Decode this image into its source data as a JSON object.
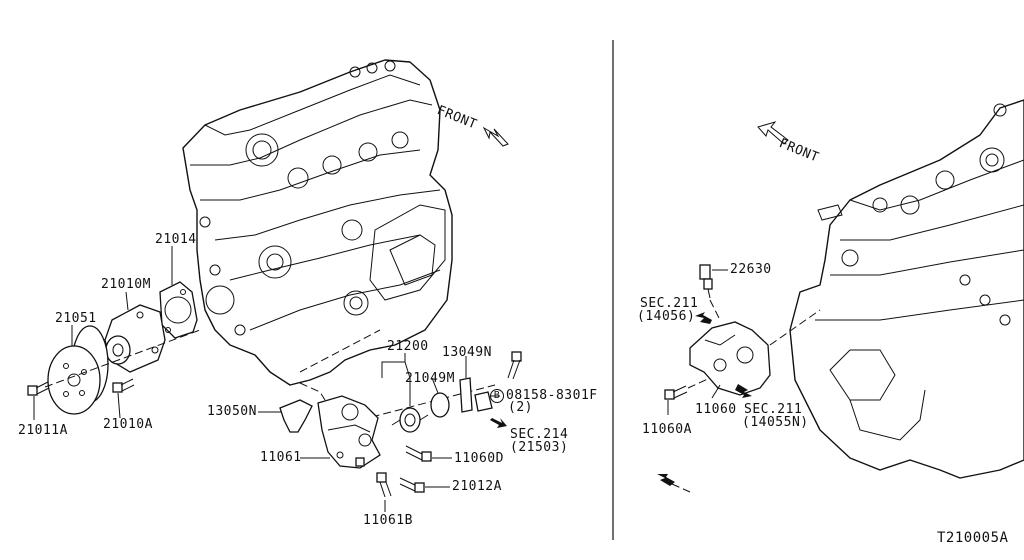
{
  "diagram_id": "T210005A",
  "left": {
    "front": "FRONT",
    "parts": {
      "p21014": "21014",
      "p21010M": "21010M",
      "p21051": "21051",
      "p21011A": "21011A",
      "p21010A": "21010A",
      "p21200": "21200",
      "p13049N": "13049N",
      "p21049M": "21049M",
      "p08158": "08158-8301F",
      "p08158_qty": "(2)",
      "bolt_marker": "B",
      "p13050N": "13050N",
      "p11061": "11061",
      "p11060D": "11060D",
      "p21012A": "21012A",
      "p11061B": "11061B",
      "sec214": "SEC.214",
      "sec214_ref": "(21503)"
    }
  },
  "right": {
    "front": "FRONT",
    "parts": {
      "p22630": "22630",
      "sec211_a": "SEC.211",
      "sec211_a_ref": "(14056)",
      "p11060": "11060",
      "p11060A": "11060A",
      "sec211_b": "SEC.211",
      "sec211_b_ref": "(14055N)"
    }
  }
}
